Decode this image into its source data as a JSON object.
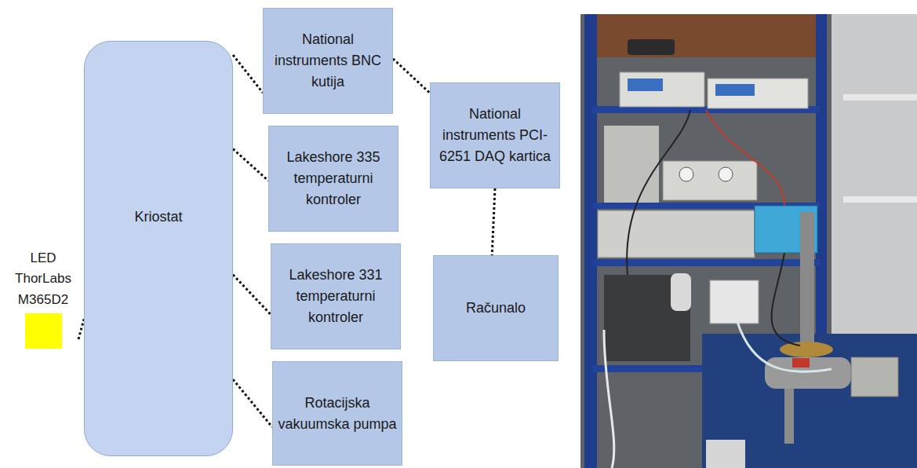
{
  "diagram": {
    "nodes": [
      {
        "text": [
          "LED ThorLabs M365D2"
        ]
      },
      {
        "text": [
          "Kriostat"
        ]
      },
      {
        "text": [
          "National instruments BNC kutija"
        ]
      },
      {
        "text": [
          "Lakeshore 335 temperaturni kontroler"
        ]
      },
      {
        "text": [
          "Lakeshore 331 temperaturni kontroler"
        ]
      },
      {
        "text": [
          "Rotacijska vakuumska pumpa"
        ]
      },
      {
        "text": [
          "National instruments PCI-6251 DAQ kartica"
        ]
      },
      {
        "text": [
          "Računalo"
        ]
      }
    ],
    "edges": [
      {
        "from": 0,
        "to": 1,
        "arrow": "none"
      },
      {
        "from": 1,
        "to": 2,
        "arrow": "none"
      },
      {
        "from": 1,
        "to": 3,
        "arrow": "none"
      },
      {
        "from": 1,
        "to": 4,
        "arrow": "none"
      },
      {
        "from": 1,
        "to": 5,
        "arrow": "none"
      },
      {
        "from": 2,
        "to": 6,
        "arrow": "none"
      },
      {
        "from": 6,
        "to": 7,
        "arrow": "none"
      }
    ]
  }
}
